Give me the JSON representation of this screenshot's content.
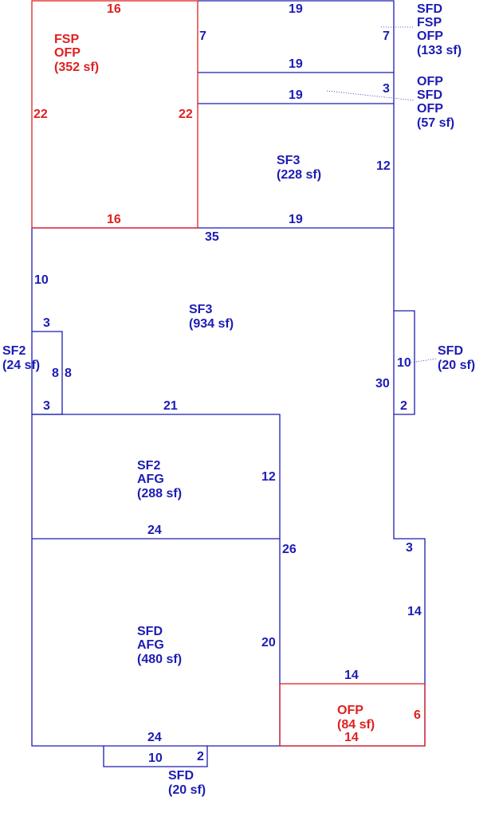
{
  "dimensions": {
    "fsp_top": "16",
    "fsp_left": "22",
    "fsp_right": "22",
    "fsp_bottom": "16",
    "r133_top": "19",
    "r133_left": "7",
    "r133_right": "7",
    "r133_bottom": "19",
    "r57_right": "3",
    "r57_bottom": "19",
    "r228_right": "12",
    "r228_bottom": "19",
    "main_top": "35",
    "main_left_10": "10",
    "main_right": "30",
    "notch_top": "3",
    "notch_left": "8",
    "notch_right": "8",
    "notch_bottom": "3",
    "mid_21": "21",
    "right_small_10": "10",
    "right_small_2": "2",
    "afg288_right": "12",
    "afg288_bottom": "24",
    "seg_26": "26",
    "step_3": "3",
    "step_14": "14",
    "afg480_right": "20",
    "afg480_bottom": "24",
    "ofp84_top": "14",
    "ofp84_right": "6",
    "ofp84_bottom": "14",
    "bottom_small_10": "10",
    "bottom_small_2": "2"
  },
  "areas": {
    "fsp": {
      "line1": "FSP",
      "line2": "OFP",
      "line3": "(352 sf)"
    },
    "top_right": {
      "line1": "SFD",
      "line2": "FSP",
      "line3": "OFP",
      "line4": "(133 sf)"
    },
    "strip": {
      "line1": "OFP",
      "line2": "SFD",
      "line3": "OFP",
      "line4": "(57 sf)"
    },
    "sf3_small": {
      "line1": "SF3",
      "line2": "(228 sf)"
    },
    "sf3_main": {
      "line1": "SF3",
      "line2": "(934 sf)"
    },
    "sf2_left": {
      "line1": "SF2",
      "line2": "(24 sf)"
    },
    "sfd_right": {
      "line1": "SFD",
      "line2": "(20 sf)"
    },
    "sf2_afg": {
      "line1": "SF2",
      "line2": "AFG",
      "line3": "(288 sf)"
    },
    "sfd_afg": {
      "line1": "SFD",
      "line2": "AFG",
      "line3": "(480 sf)"
    },
    "ofp_bottom": {
      "line1": "OFP",
      "line2": "(84 sf)"
    },
    "sfd_bottom": {
      "line1": "SFD",
      "line2": "(20 sf)"
    }
  },
  "colors": {
    "blue": "#1c1cb4",
    "red": "#e02020"
  }
}
